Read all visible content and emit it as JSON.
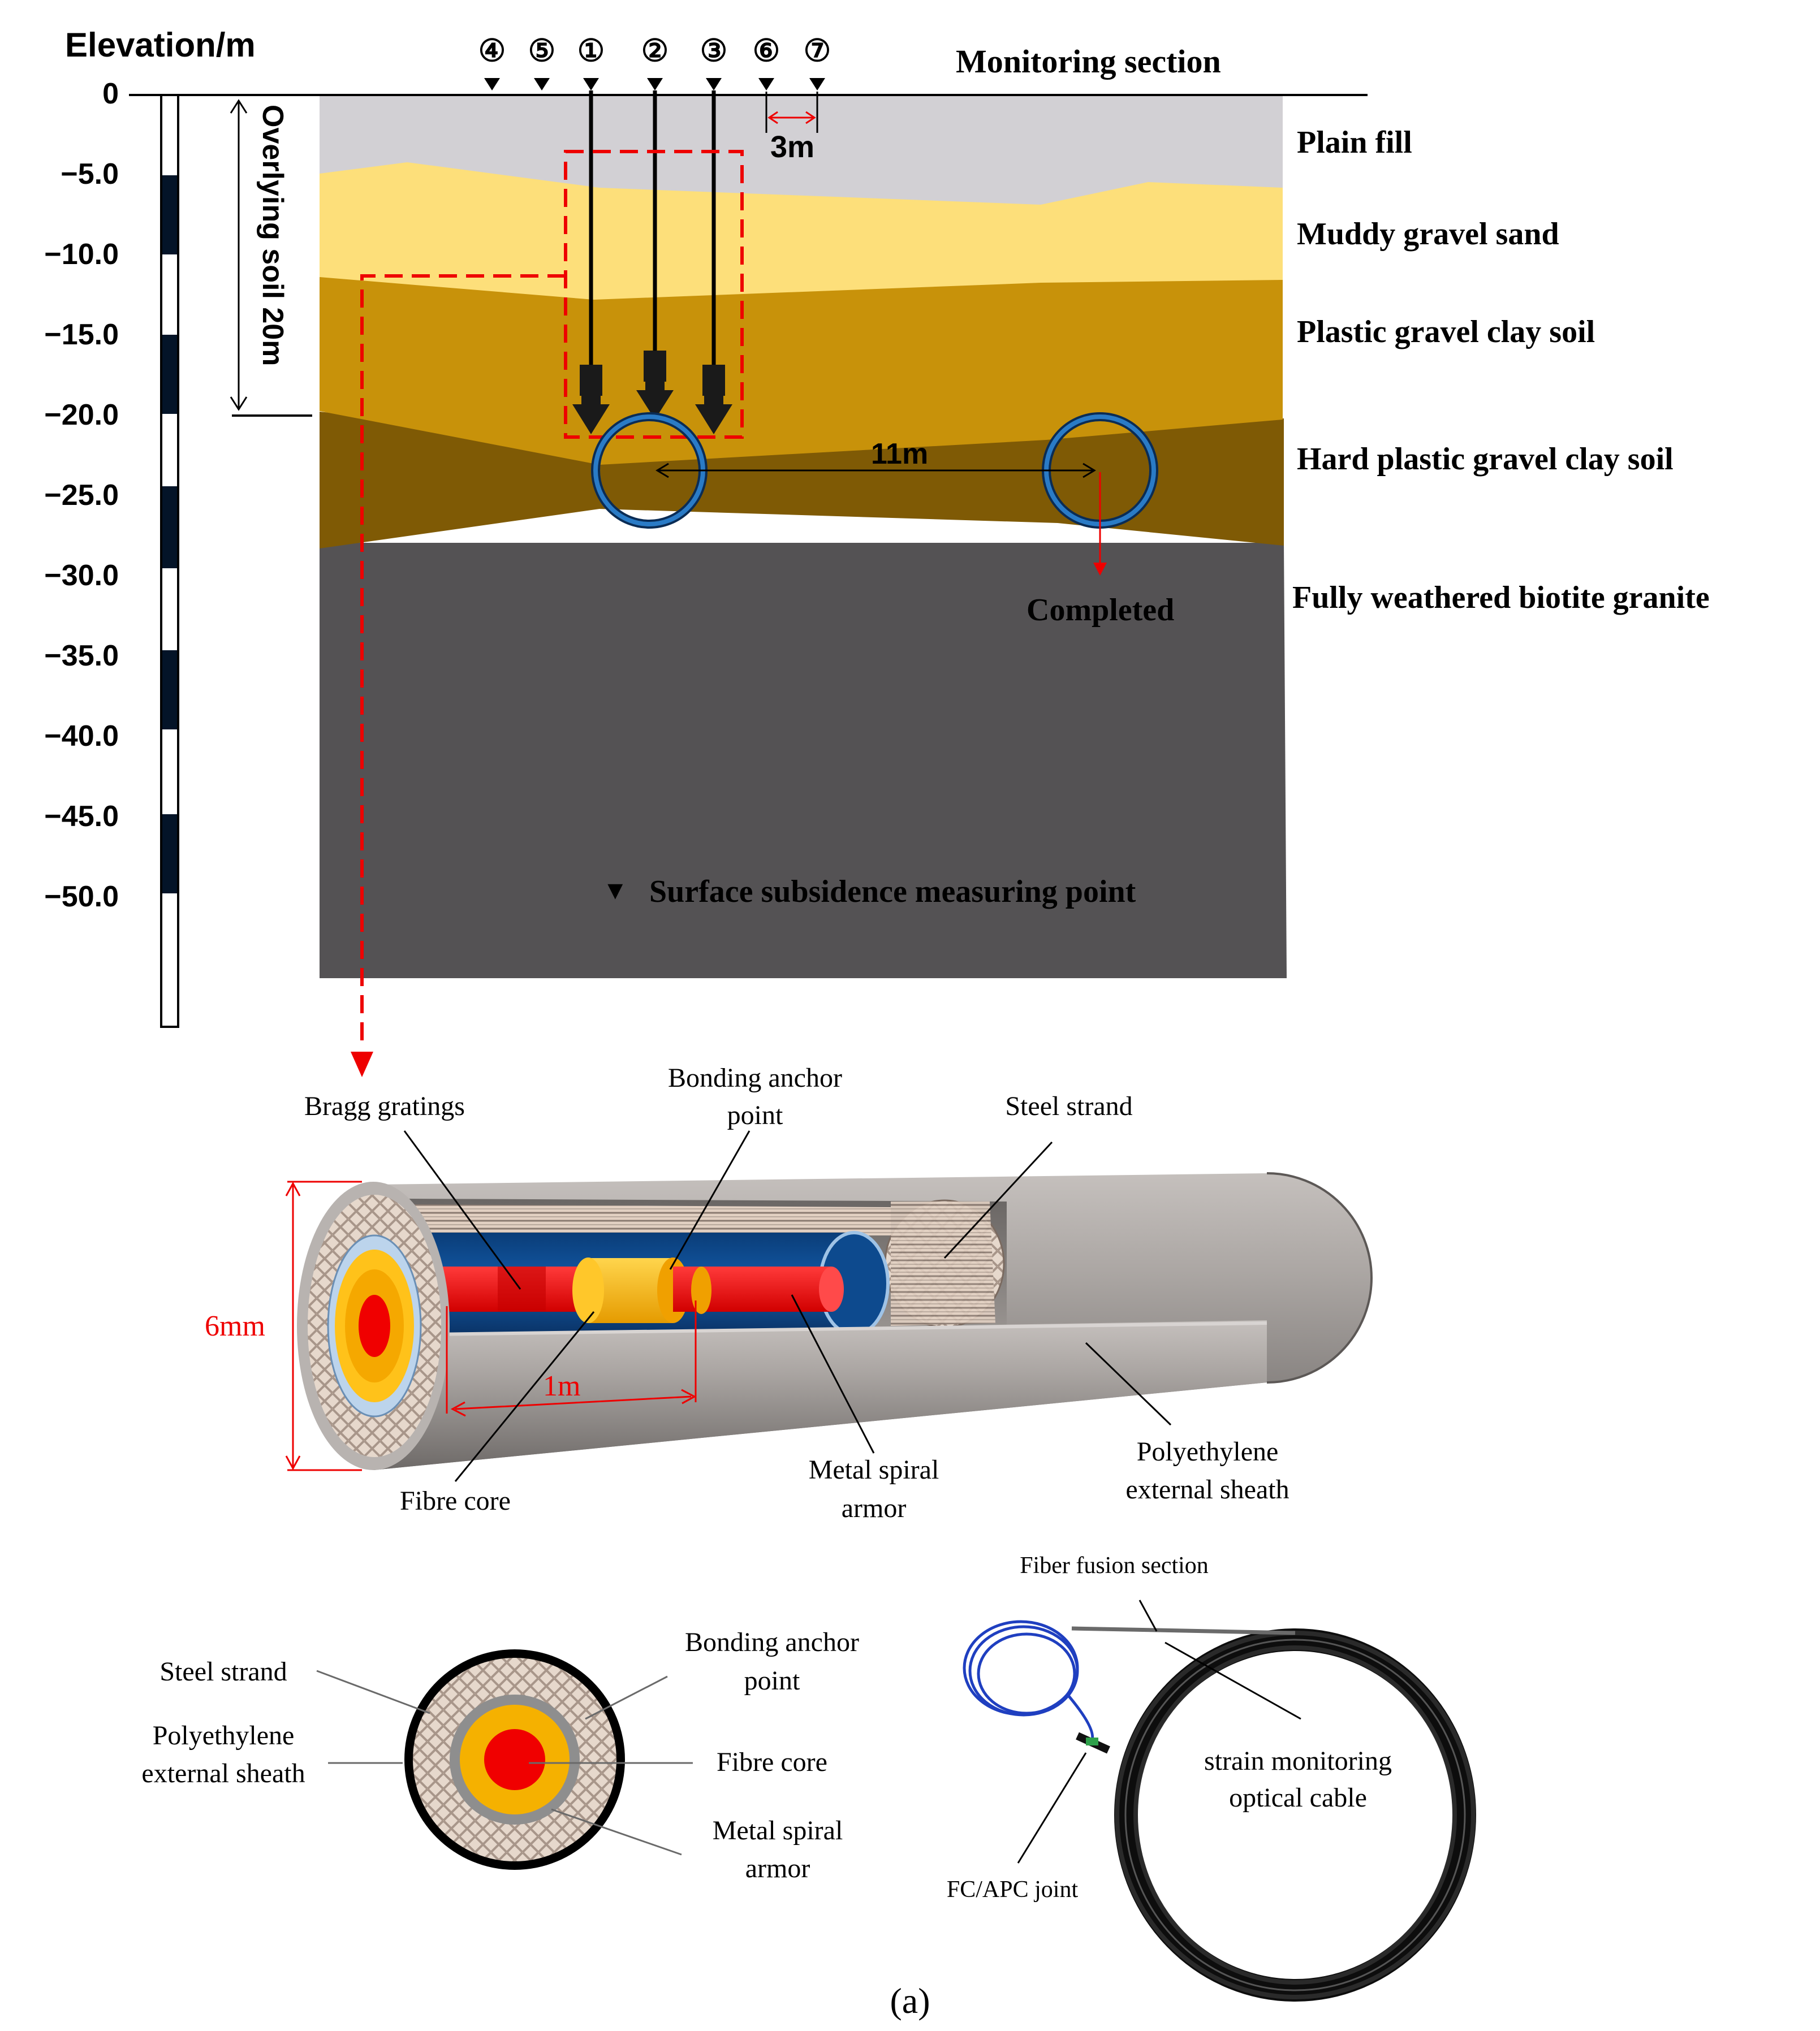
{
  "elevation": {
    "title": "Elevation/m",
    "ticks": [
      "0",
      "−5.0",
      "−10.0",
      "−15.0",
      "−20.0",
      "−25.0",
      "−30.0",
      "−35.0",
      "−40.0",
      "−45.0",
      "−50.0"
    ]
  },
  "section": {
    "title": "Monitoring section",
    "points": [
      "④",
      "⑤",
      "①",
      "②",
      "③",
      "⑥",
      "⑦"
    ],
    "spacing": "3m",
    "overlying": "Overlying soil 20m",
    "tunnel_spacing": "11m",
    "completed": "Completed",
    "legend": "Surface subsidence measuring point",
    "legend_symbol": "▼"
  },
  "layers": [
    {
      "name": "Plain fill",
      "color": "#d2d0d4"
    },
    {
      "name": "Muddy gravel sand",
      "color": "#fddf7a"
    },
    {
      "name": "Plastic gravel clay soil",
      "color": "#c8920a"
    },
    {
      "name": "Hard plastic gravel clay soil",
      "color": "#7f5a05"
    },
    {
      "name": "Fully weathered biotite granite",
      "color": "#545254"
    }
  ],
  "cable_3d": {
    "bragg": "Bragg gratings",
    "anchor": [
      "Bonding anchor",
      "point"
    ],
    "steel": "Steel strand",
    "diameter": "6mm",
    "spacing": "1m",
    "fibre": "Fibre core",
    "armor": [
      "Metal spiral",
      "armor"
    ],
    "sheath": [
      "Polyethylene",
      "external sheath"
    ]
  },
  "cross_section": {
    "steel": "Steel strand",
    "sheath": [
      "Polyethylene",
      "external sheath"
    ],
    "anchor": [
      "Bonding anchor",
      "point"
    ],
    "fibre": "Fibre core",
    "armor": [
      "Metal spiral",
      "armor"
    ]
  },
  "photo": {
    "fusion": "Fiber fusion section",
    "cable": [
      "strain monitoring",
      "optical cable"
    ],
    "joint": "FC/APC joint"
  },
  "caption": "(a)"
}
